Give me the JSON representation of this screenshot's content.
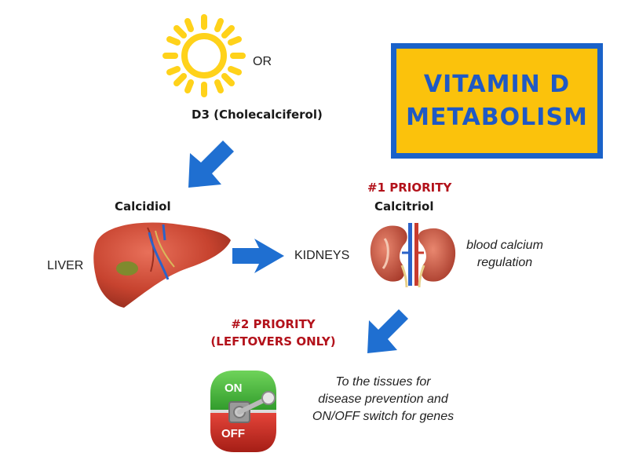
{
  "title": {
    "line1": "VITAMIN D",
    "line2": "METABOLISM"
  },
  "labels": {
    "or": "OR",
    "d3": "D3 (Cholecalciferol)",
    "calcidiol": "Calcidiol",
    "priority1": "#1 PRIORITY",
    "calcitriol": "Calcitriol",
    "liver": "LIVER",
    "kidneys": "KIDNEYS",
    "blood_line1": "blood calcium",
    "blood_line2": "regulation",
    "priority2_line1": "#2 PRIORITY",
    "priority2_line2": "(LEFTOVERS ONLY)",
    "tissues_line1": "To the tissues for",
    "tissues_line2": "disease prevention and",
    "tissues_line3": "ON/OFF switch for genes",
    "switch_on": "ON",
    "switch_off": "OFF"
  },
  "colors": {
    "title_bg": "#fbc20c",
    "title_border": "#1a62c9",
    "title_text": "#1f59c4",
    "arrow": "#1f6fd1",
    "priority_text": "#b3121b",
    "sun": "#ffd21a"
  },
  "icons": [
    "sun-icon",
    "liver-icon",
    "kidneys-icon",
    "switch-icon",
    "arrow-down-left-icon",
    "arrow-right-icon"
  ]
}
